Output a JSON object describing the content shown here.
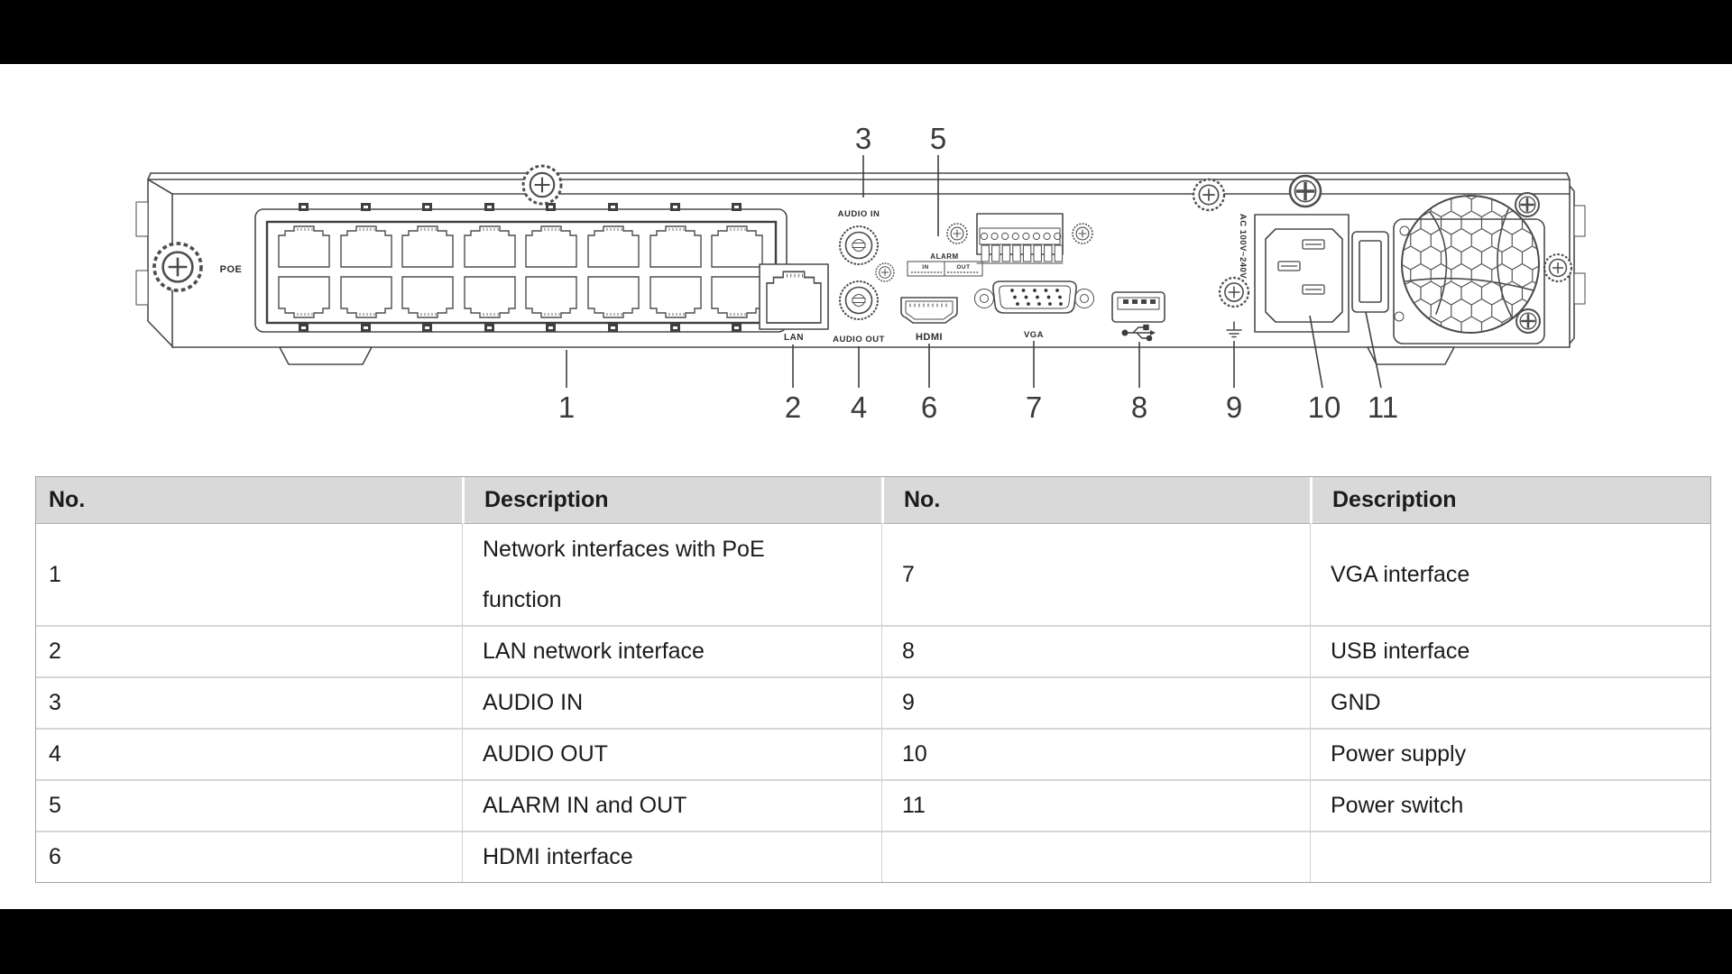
{
  "diagram": {
    "callouts": {
      "c1": "1",
      "c2": "2",
      "c3": "3",
      "c4": "4",
      "c5": "5",
      "c6": "6",
      "c7": "7",
      "c8": "8",
      "c9": "9",
      "c10": "10",
      "c11": "11"
    },
    "labels": {
      "poe": "POE",
      "lan": "LAN",
      "audio_in": "AUDIO IN",
      "audio_out": "AUDIO OUT",
      "hdmi": "HDMI",
      "alarm": "ALARM",
      "alarm_in": "IN",
      "alarm_out": "OUT",
      "vga": "VGA",
      "ac_rating": "AC 100V~240V"
    }
  },
  "table": {
    "headers": [
      "No.",
      "Description",
      "No.",
      "Description"
    ],
    "rows": [
      [
        "1",
        "Network interfaces with PoE function",
        "7",
        "VGA interface"
      ],
      [
        "2",
        "LAN network interface",
        "8",
        "USB interface"
      ],
      [
        "3",
        "AUDIO IN",
        "9",
        "GND"
      ],
      [
        "4",
        "AUDIO OUT",
        "10",
        "Power supply"
      ],
      [
        "5",
        "ALARM IN and OUT",
        "11",
        "Power switch"
      ],
      [
        "6",
        "HDMI interface",
        "",
        ""
      ]
    ]
  },
  "colors": {
    "page_bg": "#000000",
    "content_bg": "#ffffff",
    "header_bg": "#d9d9d9",
    "table_border": "#a3a3a3",
    "row_border": "#d6d6d6",
    "line": "#4a4a4a",
    "text": "#1b1b1b"
  }
}
